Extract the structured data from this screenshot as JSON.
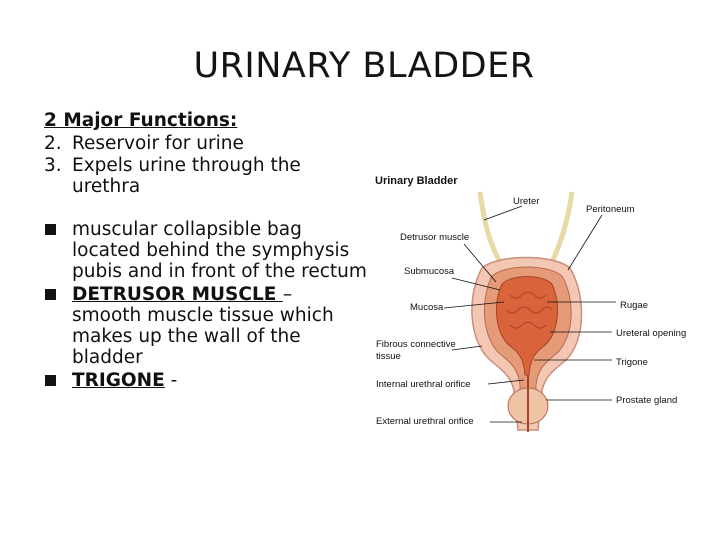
{
  "slide": {
    "title": "URINARY BLADDER",
    "heading": "2 Major Functions:",
    "functions": [
      {
        "num": "2.",
        "text": "Reservoir for urine"
      },
      {
        "num": "3.",
        "text": "Expels urine through the urethra"
      }
    ],
    "bullets": {
      "b1_text": "muscular collapsible bag located behind the symphysis pubis and in front of the rectum",
      "b2_term": "DETRUSOR MUSCLE ",
      "b2_rest": "– smooth muscle tissue which makes up the wall of the bladder",
      "b3_term": "TRIGONE",
      "b3_rest": " -"
    }
  },
  "diagram": {
    "title": "Urinary Bladder",
    "labels": {
      "ureter": "Ureter",
      "peritoneum": "Peritoneum",
      "detrusor": "Detrusor muscle",
      "submucosa": "Submucosa",
      "mucosa": "Mucosa",
      "rugae": "Rugae",
      "fibrous1": "Fibrous connective",
      "fibrous2": "tissue",
      "ureteral_opening": "Ureteral opening",
      "trigone": "Trigone",
      "internal_orifice": "Internal urethral orifice",
      "prostate": "Prostate gland",
      "external_orifice": "External urethral orifice"
    },
    "colors": {
      "bladder_outer": "#f4c6b4",
      "bladder_inner": "#d9643c",
      "ureter": "#e8d9a8",
      "line": "#111111"
    }
  }
}
